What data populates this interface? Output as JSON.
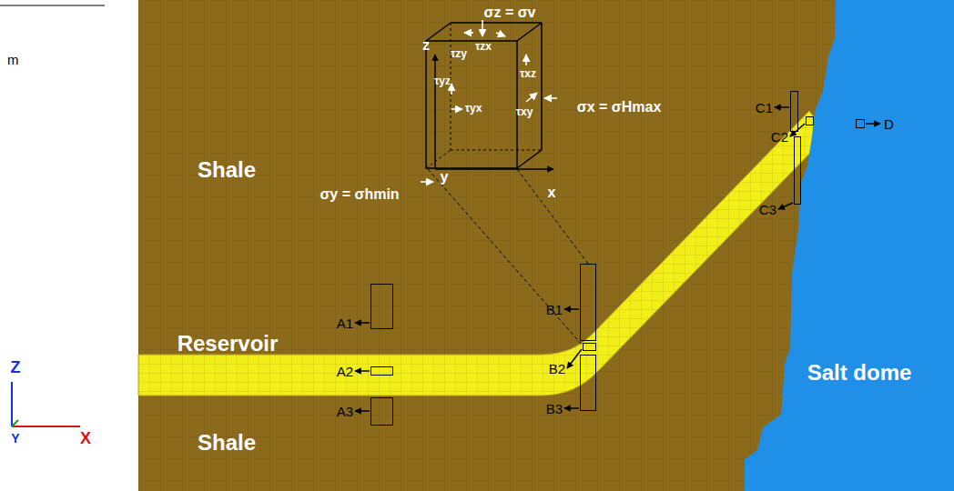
{
  "diagram": {
    "nodes": [
      {
        "text": [
          "A1"
        ]
      },
      {
        "text": [
          "A2"
        ]
      },
      {
        "text": [
          "A3"
        ]
      },
      {
        "text": [
          "B1"
        ]
      },
      {
        "text": [
          "B2"
        ]
      },
      {
        "text": [
          "B3"
        ]
      },
      {
        "text": [
          "C1"
        ]
      },
      {
        "text": [
          "C2"
        ]
      },
      {
        "text": [
          "C3"
        ]
      },
      {
        "text": [
          "D"
        ]
      }
    ],
    "edges": [],
    "labels": [
      "m",
      "Z",
      "Y",
      "X",
      "Shale",
      "Shale",
      "Reservoir",
      "Salt dome",
      "z",
      "x",
      "y",
      "σz = σv",
      "σx = σHmax",
      "σy = σhmin",
      "τzx",
      "τzy",
      "τxz",
      "τyz",
      "τyx",
      "τxy"
    ]
  }
}
